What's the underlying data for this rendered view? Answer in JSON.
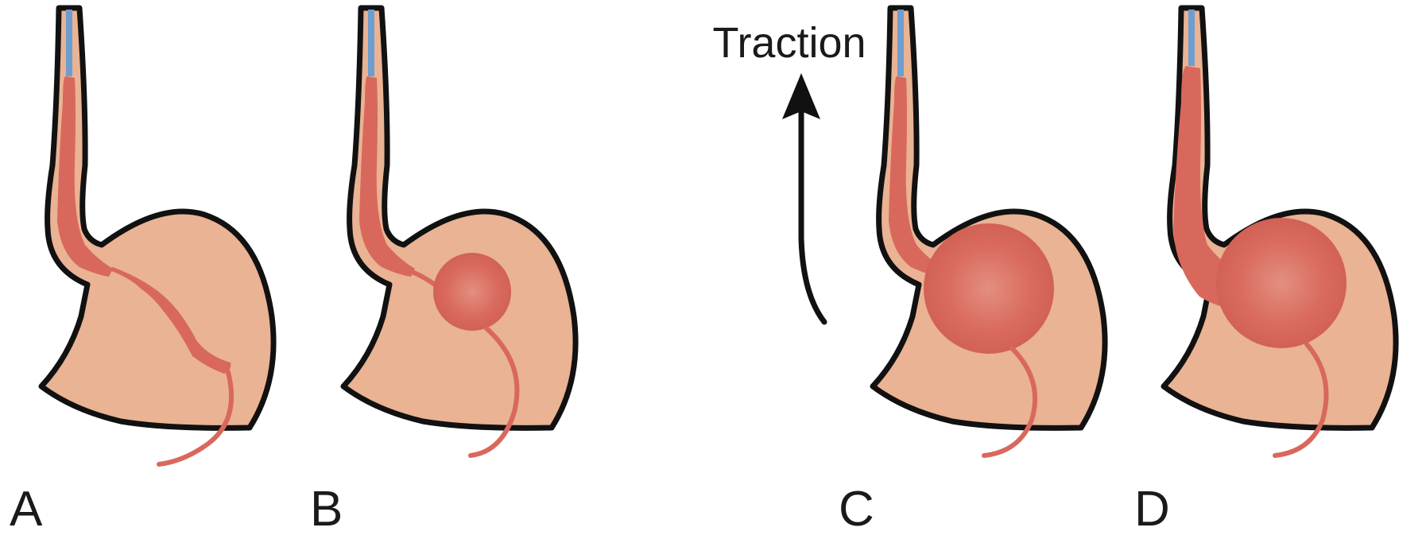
{
  "panels": [
    {
      "label": "A",
      "state": "deflated"
    },
    {
      "label": "B",
      "state": "partially-inflated"
    },
    {
      "label": "C",
      "state": "inflated"
    },
    {
      "label": "D",
      "state": "inflated-with-traction"
    }
  ],
  "traction": {
    "label": "Traction"
  },
  "colors": {
    "stomach_fill": "#e9b394",
    "outline": "#111111",
    "balloon": "#d9685c",
    "tube": "#6d9ecf"
  }
}
